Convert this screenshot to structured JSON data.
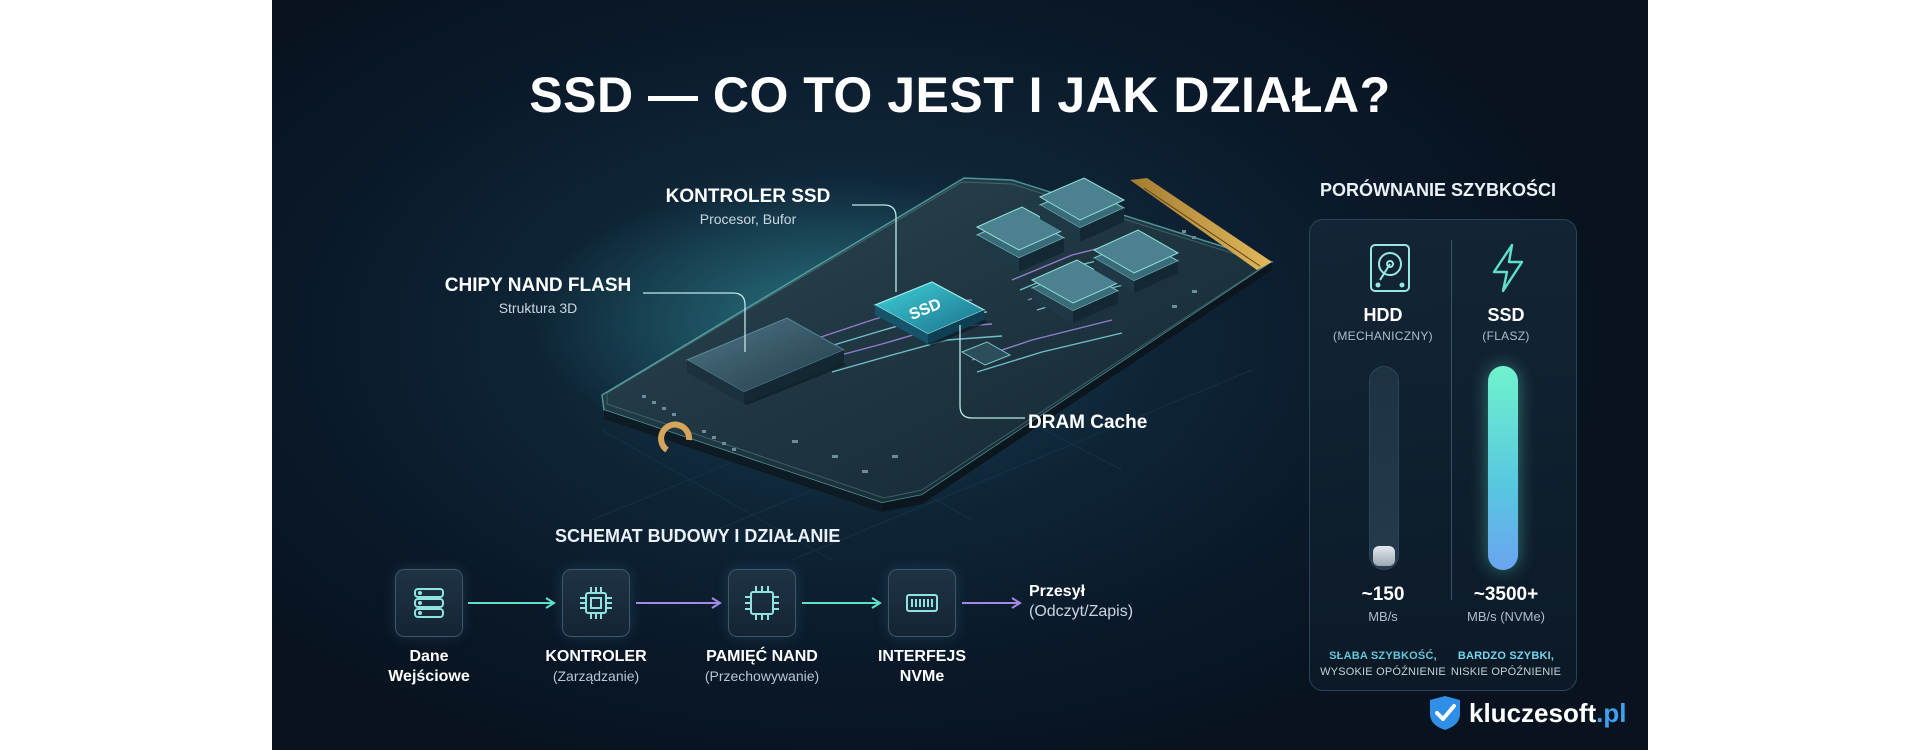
{
  "title": "SSD — CO TO JEST I JAK DZIAŁA?",
  "ssd_chip_label": "SSD",
  "callouts": {
    "controller": {
      "heading": "KONTROLER SSD",
      "sub": "Procesor, Bufor"
    },
    "nand": {
      "heading": "CHIPY NAND FLASH",
      "sub": "Struktura 3D"
    },
    "dram": {
      "heading": "DRAM Cache"
    }
  },
  "flow": {
    "title": "SCHEMAT BUDOWY I DZIAŁANIE",
    "steps": [
      {
        "line1": "Dane",
        "line2": "Wejściowe",
        "icon": "database-icon"
      },
      {
        "line1": "KONTROLER",
        "line2": "(Zarządzanie)",
        "icon": "chip-icon"
      },
      {
        "line1": "PAMIĘĆ NAND",
        "line2": "(Przechowywanie)",
        "icon": "memory-chip-icon"
      },
      {
        "line1": "INTERFEJS",
        "line2": "NVMe",
        "icon": "connector-icon"
      }
    ],
    "output": {
      "heading": "Przesył",
      "sub": "(Odczyt/Zapis)"
    }
  },
  "comparison": {
    "title": "PORÓWNANIE SZYBKOŚCI",
    "hdd": {
      "name": "HDD",
      "sub": "(MECHANICZNY)",
      "value": "~150",
      "unit": "MB/s",
      "note_strong": "SŁABA SZYBKOŚĆ,",
      "note": "WYSOKIE OPÓŹNIENIE",
      "icon": "hard-drive-icon",
      "level": 0.1
    },
    "ssd": {
      "name": "SSD",
      "sub": "(FLASZ)",
      "value": "~3500+",
      "unit": "MB/s (NVMe)",
      "note_strong": "BARDZO SZYBKI,",
      "note": "NISKIE OPÓŹNIENIE",
      "icon": "lightning-icon",
      "level": 1.0
    }
  },
  "brand": {
    "name": "kluczesoft",
    "tld": ".pl"
  },
  "colors": {
    "background": "#0a1828",
    "accent_teal": "#5fe0c8",
    "accent_purple": "#a48ae6",
    "accent_blue": "#3ea1f0"
  }
}
